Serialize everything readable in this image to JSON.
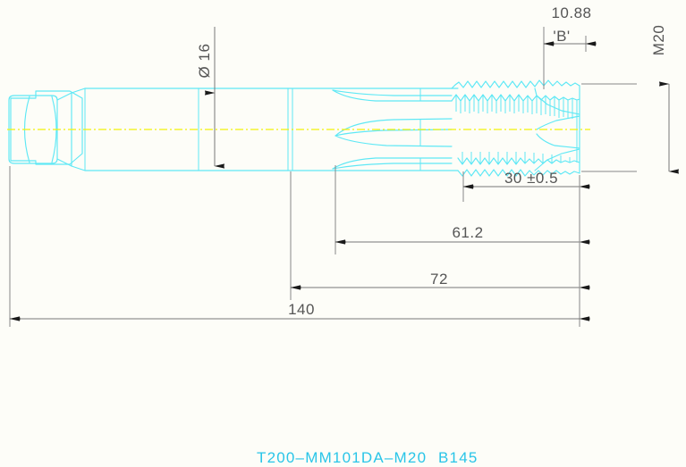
{
  "drawing": {
    "type": "cad-technical-drawing",
    "subject": "machine tap tool side view",
    "background_color": "#fdfdf8",
    "geometry_color": "#5fe8f5",
    "centerline_color": "#f2f20a",
    "dimension_color": "#555555",
    "part_label_color": "#29c5e8"
  },
  "dimensions": {
    "diameter_shank": "Ø 16",
    "thread_pitch_b": "10.88",
    "datum_b": "'B'",
    "thread_spec": "M20",
    "thread_length": "30  ±0.5",
    "flute_length": "61.2",
    "body_length": "72",
    "overall_length": "140"
  },
  "part_label": {
    "code": "T200–MM101DA–M20",
    "revision": "B145"
  },
  "chart_data": {
    "type": "table",
    "title": "Tap dimensional callouts",
    "categories": [
      "Ø 16",
      "10.88",
      "M20",
      "30 ±0.5",
      "61.2",
      "72",
      "140"
    ],
    "values": [
      16,
      10.88,
      20,
      30,
      61.2,
      72,
      140
    ]
  }
}
